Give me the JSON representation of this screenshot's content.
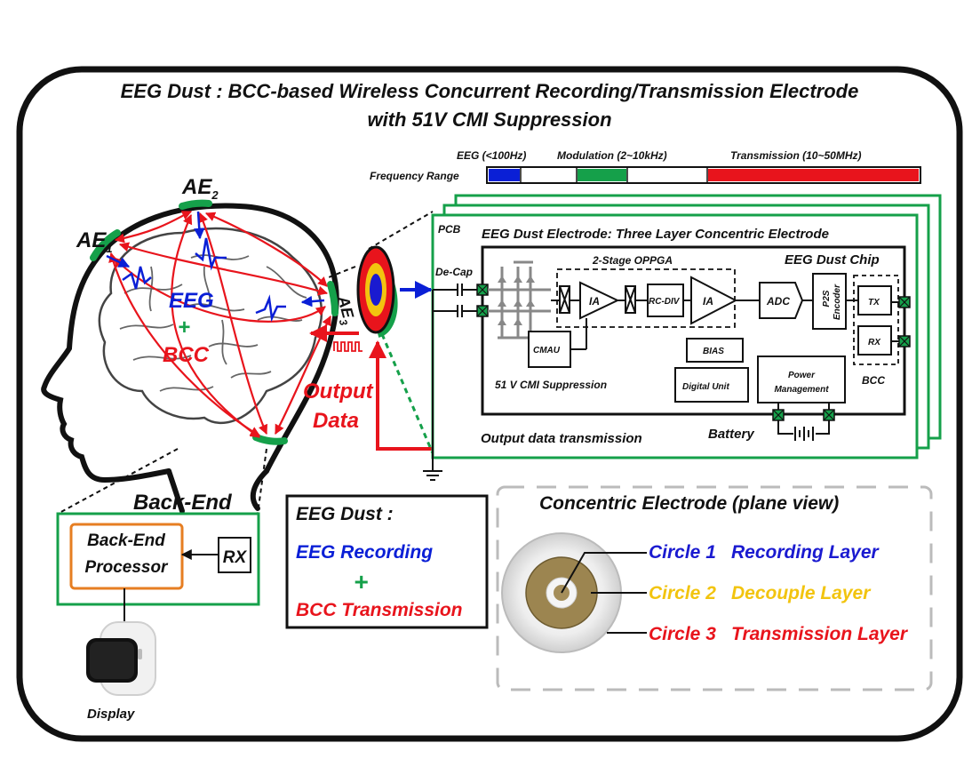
{
  "title": {
    "line1": "EEG Dust : BCC-based Wireless Concurrent Recording/Transmission Electrode",
    "line2": "with 51V CMI Suppression"
  },
  "frequency": {
    "label": "Frequency Range",
    "eeg": "EEG (<100Hz)",
    "modulation": "Modulation (2~10kHz)",
    "transmission": "Transmission (10~50MHz)",
    "colors": {
      "eeg": "#0a1fd6",
      "modulation": "#15a04a",
      "transmission": "#e8141c"
    }
  },
  "head": {
    "ae1": "AE",
    "ae1_sub": "1",
    "ae2": "AE",
    "ae2_sub": "2",
    "ae3": "AE",
    "ae3_sub": "3",
    "eeg": "EEG",
    "plus": "+",
    "bcc": "BCC",
    "output": "Output",
    "data": "Data"
  },
  "pcb": {
    "label": "PCB",
    "title": "EEG Dust Electrode: Three Layer Concentric Electrode",
    "decap": "De-Cap",
    "oppga": "2-Stage OPPGA",
    "chip": "EEG Dust Chip",
    "ia1": "IA",
    "rcdiv": "RC-DIV",
    "ia2": "IA",
    "adc": "ADC",
    "p2s": "P2S",
    "encoder": "Encoder",
    "tx": "TX",
    "rx": "RX",
    "bcc": "BCC",
    "cmau": "CMAU",
    "bias": "BIAS",
    "digital": "Digital Unit",
    "power1": "Power",
    "power2": "Management",
    "cmi": "51 V CMI Suppression",
    "battery": "Battery",
    "output_tx": "Output data transmission"
  },
  "backend": {
    "label": "Back-End",
    "processor1": "Back-End",
    "processor2": "Processor",
    "rx": "RX",
    "display": "Display"
  },
  "dust": {
    "title": "EEG Dust :",
    "recording": "EEG Recording",
    "plus": "+",
    "bcc": "BCC Transmission"
  },
  "concentric": {
    "title": "Concentric Electrode (plane view)",
    "c1": "Circle 1",
    "l1": "Recording Layer",
    "c2": "Circle 2",
    "l2": "Decouple Layer",
    "c3": "Circle 3",
    "l3": "Transmission Layer",
    "colors": {
      "c1": "#1a1ad0",
      "c2": "#f2c40f",
      "c3": "#e8141c"
    }
  }
}
